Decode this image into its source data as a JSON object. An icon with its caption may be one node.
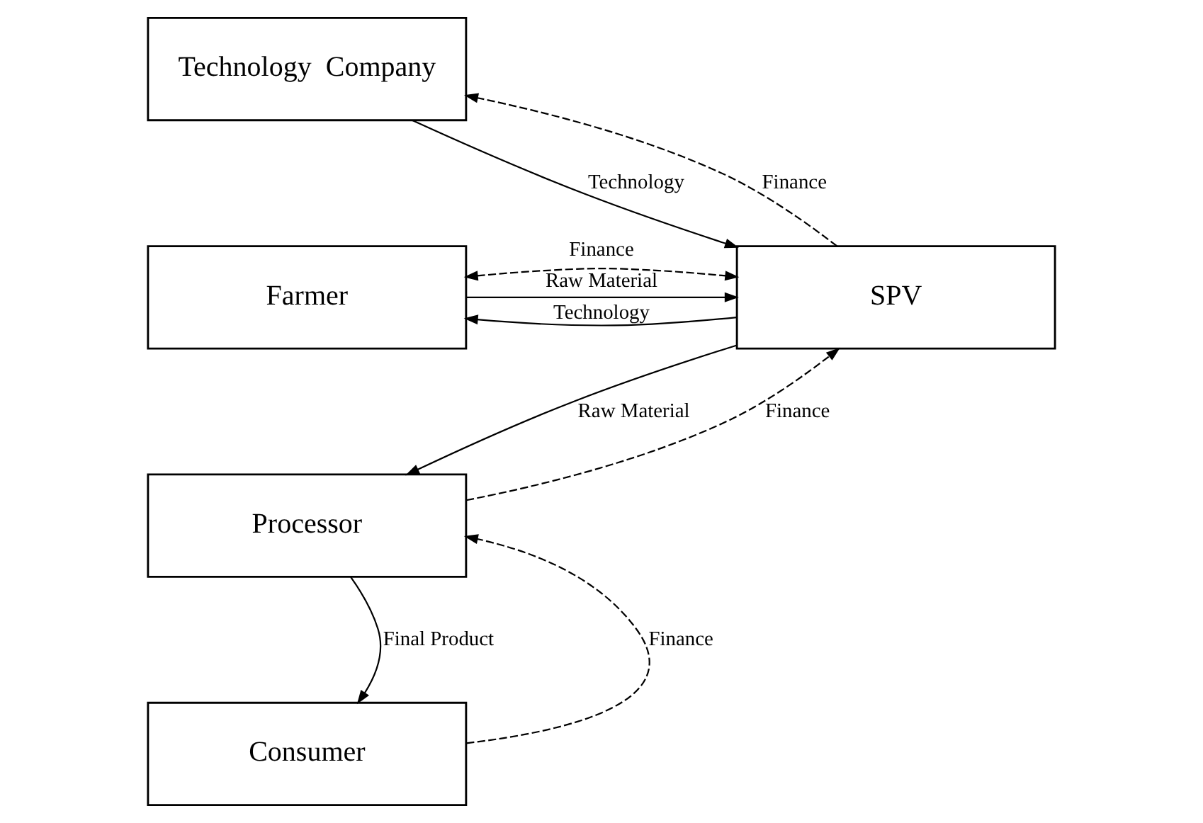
{
  "diagram": {
    "nodes": [
      {
        "text": [
          "Technology  Company"
        ]
      },
      {
        "text": [
          "Farmer"
        ]
      },
      {
        "text": [
          "SPV"
        ]
      },
      {
        "text": [
          "Processor"
        ]
      },
      {
        "text": [
          "Consumer"
        ]
      }
    ],
    "edges": [
      {
        "from": 2,
        "to": 0,
        "arrow": "to",
        "label": "Finance",
        "style": "dashed"
      },
      {
        "from": 0,
        "to": 2,
        "arrow": "to",
        "label": "Technology"
      },
      {
        "from": 1,
        "to": 2,
        "arrow": "both",
        "label": "Finance",
        "style": "dashed"
      },
      {
        "from": 1,
        "to": 2,
        "arrow": "to",
        "label": "Raw Material"
      },
      {
        "from": 2,
        "to": 1,
        "arrow": "to",
        "label": "Technology"
      },
      {
        "from": 3,
        "to": 2,
        "arrow": "to",
        "label": "Finance",
        "style": "dashed"
      },
      {
        "from": 2,
        "to": 3,
        "arrow": "to",
        "label": "Raw Material"
      },
      {
        "from": 4,
        "to": 3,
        "arrow": "to",
        "label": "Finance",
        "style": "dashed"
      },
      {
        "from": 3,
        "to": 4,
        "arrow": "to",
        "label": "Final Product"
      }
    ]
  }
}
